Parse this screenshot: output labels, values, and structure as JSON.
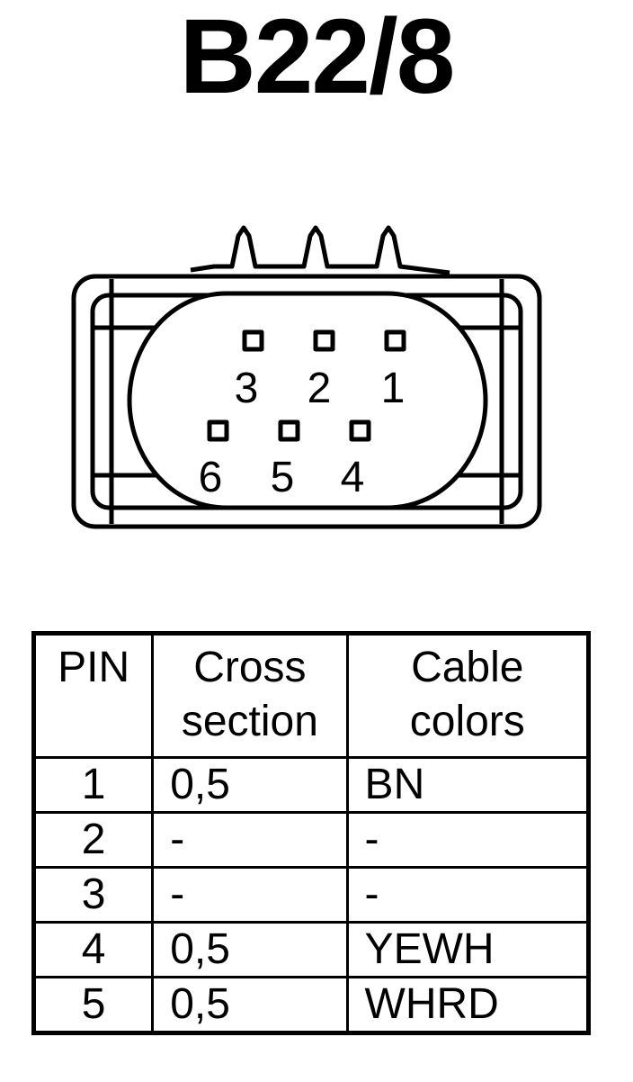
{
  "title": "B22/8",
  "connector": {
    "pins": [
      {
        "label": "3"
      },
      {
        "label": "2"
      },
      {
        "label": "1"
      },
      {
        "label": "6"
      },
      {
        "label": "5"
      },
      {
        "label": "4"
      }
    ]
  },
  "table": {
    "headers": {
      "pin": "PIN",
      "cross_line1": "Cross",
      "cross_line2": "section",
      "color_line1": "Cable",
      "color_line2": "colors"
    },
    "rows": [
      {
        "pin": "1",
        "cross": "0,5",
        "color": "BN"
      },
      {
        "pin": "2",
        "cross": "-",
        "color": "-"
      },
      {
        "pin": "3",
        "cross": "-",
        "color": "-"
      },
      {
        "pin": "4",
        "cross": "0,5",
        "color": "YEWH"
      },
      {
        "pin": "5",
        "cross": "0,5",
        "color": "WHRD"
      }
    ]
  }
}
